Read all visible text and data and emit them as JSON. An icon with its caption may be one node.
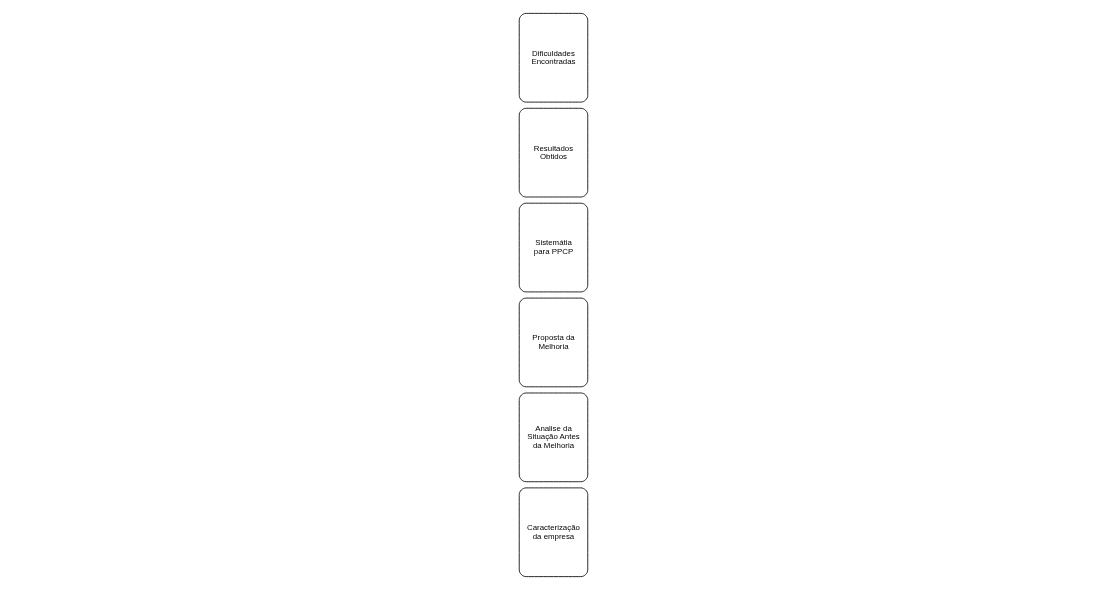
{
  "diagram": {
    "nodes": [
      {
        "text": [
          "Caracterização da empresa"
        ]
      },
      {
        "text": [
          "Analise da Situação Antes da Melhoria"
        ]
      },
      {
        "text": [
          "Proposta da Melhoria"
        ]
      },
      {
        "text": [
          "Sistemátia para PPCP"
        ]
      },
      {
        "text": [
          "Resultados Obtidos"
        ]
      },
      {
        "text": [
          "Dificuldades Encontradas"
        ]
      }
    ]
  }
}
